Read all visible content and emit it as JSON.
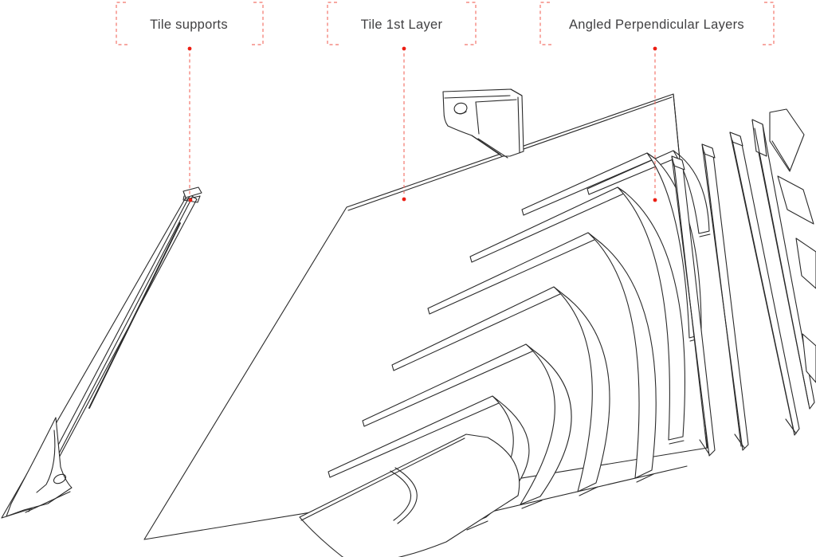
{
  "figure": {
    "type": "exploded-axonometric-line-drawing",
    "labels": [
      {
        "id": "tile-supports",
        "text": "Tile supports"
      },
      {
        "id": "tile-1st-layer",
        "text": "Tile 1st Layer"
      },
      {
        "id": "angled-perpendicular-layers",
        "text": "Angled Perpendicular Layers"
      }
    ],
    "colors": {
      "line": "#2a2a2a",
      "label_text": "#414042",
      "leader_dash": "#f2746b",
      "leader_dot": "#ec1e13",
      "background": "#ffffff"
    }
  }
}
